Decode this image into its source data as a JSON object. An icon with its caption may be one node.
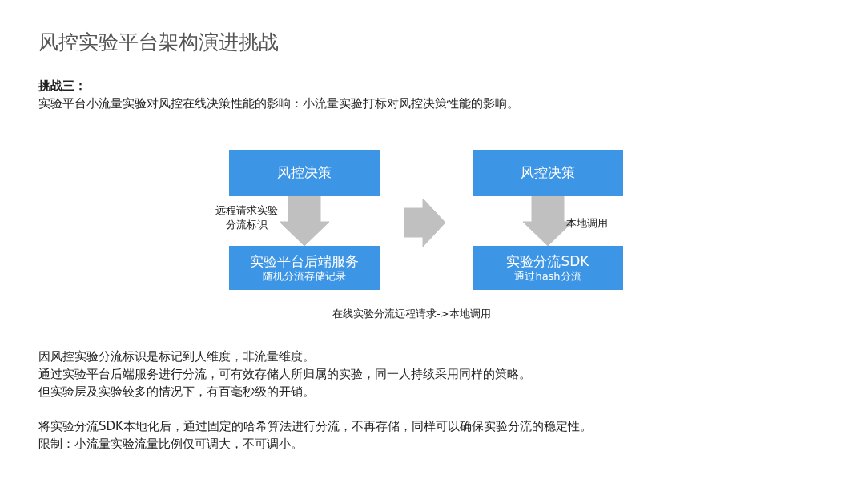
{
  "diagram": {
    "title": "风控实验平台架构演进挑战",
    "caption": "在线实验分流远程请求->本地调用",
    "nodes": [
      {
        "text": [
          "风控决策"
        ]
      },
      {
        "text": [
          "实验平台后端服务",
          "随机分流存储记录"
        ]
      },
      {
        "text": [
          "风控决策"
        ]
      },
      {
        "text": [
          "实验分流SDK",
          "通过hash分流"
        ]
      }
    ],
    "edges": [
      {
        "from": 0,
        "to": 1,
        "arrow": "to",
        "label": "远程请求实验分流标识",
        "style": "thick"
      },
      {
        "from": 0,
        "to": 2,
        "arrow": "to",
        "style": "thick"
      },
      {
        "from": 2,
        "to": 3,
        "arrow": "to",
        "label": "本地调用",
        "style": "thick"
      }
    ],
    "labels": [
      "挑战三：",
      "实验平台小流量实验对风控在线决策性能的影响：小流量实验打标对风控决策性能的影响。",
      "因风控实验分流标识是标记到人维度，非流量维度。",
      "通过实验平台后端服务进行分流，可有效存储人所归属的实验，同一人持续采用同样的策略。",
      "但实验层及实验较多的情况下，有百毫秒级的开销。",
      "将实验分流SDK本地化后，通过固定的哈希算法进行分流，不再存储，同样可以确保实验分流的稳定性。",
      "限制：小流量实验流量比例仅可调大，不可调小。"
    ]
  }
}
